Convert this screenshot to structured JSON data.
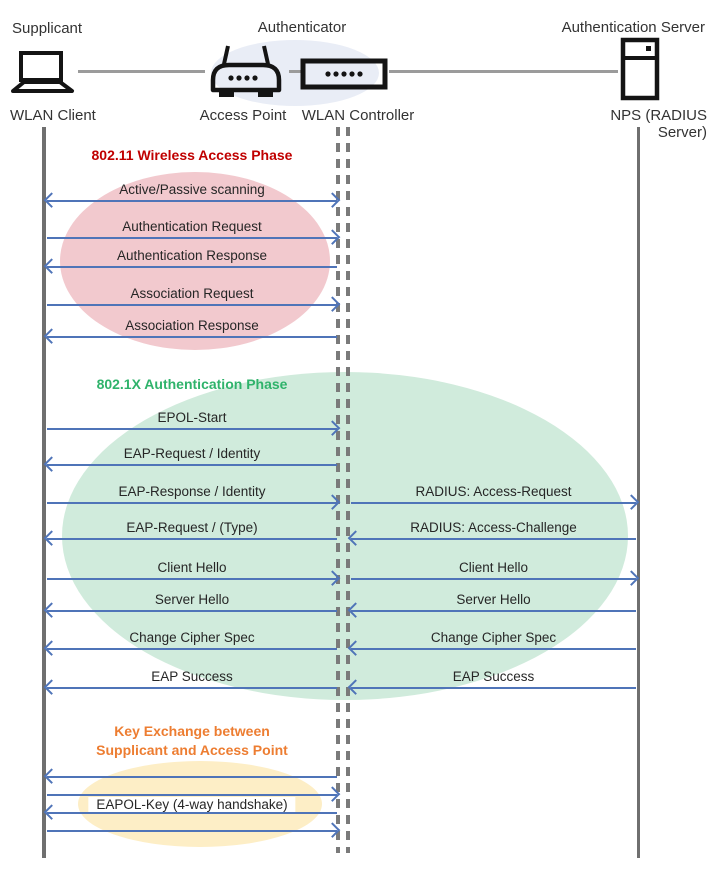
{
  "header": {
    "roles": [
      {
        "label": "Supplicant"
      },
      {
        "label": "Authenticator"
      },
      {
        "label": "Authentication Server"
      }
    ],
    "nodes": [
      {
        "label": "WLAN Client",
        "icon": "laptop-icon"
      },
      {
        "label": "Access Point",
        "icon": "wireless-access-point-icon"
      },
      {
        "label": "WLAN Controller",
        "icon": "wlan-controller-icon"
      },
      {
        "label": "NPS (RADIUS Server)",
        "icon": "server-icon"
      }
    ]
  },
  "phases": [
    {
      "title": "802.11 Wireless Access Phase"
    },
    {
      "title": "802.1X Authentication Phase"
    },
    {
      "title_line1": "Key Exchange between",
      "title_line2": "Supplicant and Access Point"
    }
  ],
  "messages": {
    "left": [
      {
        "label": "Active/Passive scanning",
        "direction": "both"
      },
      {
        "label": "Authentication Request",
        "direction": "right"
      },
      {
        "label": "Authentication Response",
        "direction": "left"
      },
      {
        "label": "Association Request",
        "direction": "right"
      },
      {
        "label": "Association Response",
        "direction": "left"
      },
      {
        "label": "EPOL-Start",
        "direction": "right"
      },
      {
        "label": "EAP-Request / Identity",
        "direction": "left"
      },
      {
        "label": "EAP-Response / Identity",
        "direction": "right"
      },
      {
        "label": "EAP-Request / (Type)",
        "direction": "left"
      },
      {
        "label": "Client Hello",
        "direction": "right"
      },
      {
        "label": "Server Hello",
        "direction": "left"
      },
      {
        "label": "Change Cipher Spec",
        "direction": "left"
      },
      {
        "label": "EAP Success",
        "direction": "left"
      },
      {
        "label": "",
        "direction": "left"
      },
      {
        "label": "",
        "direction": "right"
      },
      {
        "label": "EAPOL-Key (4-way handshake)",
        "direction": "left"
      },
      {
        "label": "",
        "direction": "right"
      }
    ],
    "right": [
      {
        "label": "RADIUS: Access-Request",
        "direction": "right"
      },
      {
        "label": "RADIUS: Access-Challenge",
        "direction": "left"
      },
      {
        "label": "Client Hello",
        "direction": "right"
      },
      {
        "label": "Server Hello",
        "direction": "left"
      },
      {
        "label": "Change Cipher Spec",
        "direction": "left"
      },
      {
        "label": "EAP Success",
        "direction": "left"
      }
    ]
  },
  "colors": {
    "arrow-blue": "#4f74b8",
    "lifeline-gray": "#6f6f6f",
    "dash-gray": "#7a7a7a",
    "connector-gray": "#9b9b9b",
    "phase1-title": "#c00000",
    "phase1-ellipse": "#f2c9ce",
    "phase2-title": "#2fb36b",
    "phase2-ellipse": "#d0ebdc",
    "phase3-title": "#ed7d31",
    "phase3-ellipse": "#fdeec6",
    "authenticator-ellipse": "#e9edf6",
    "icon-black": "#141414",
    "text-black": "#262626"
  }
}
